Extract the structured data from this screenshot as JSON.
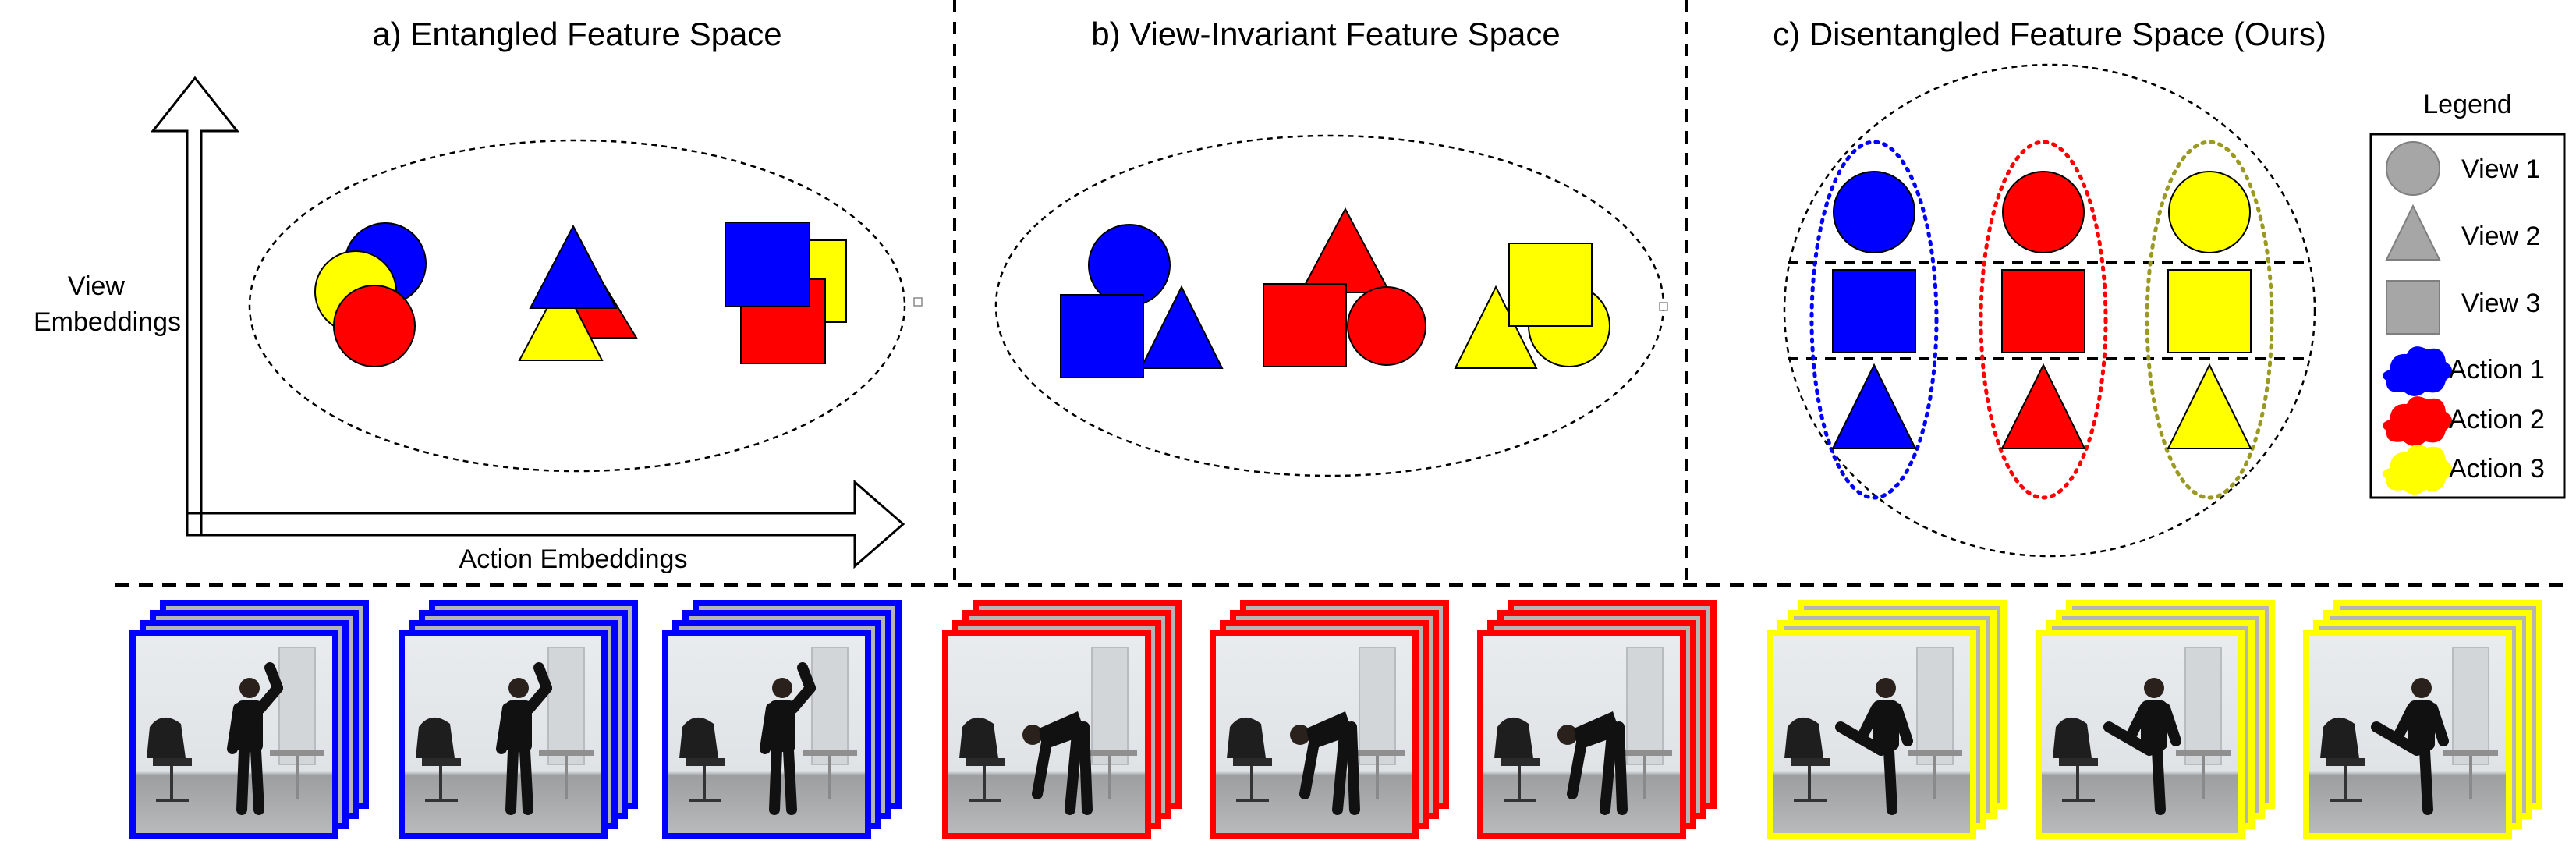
{
  "panels": {
    "a": {
      "title": "a) Entangled Feature Space"
    },
    "b": {
      "title": "b) View-Invariant Feature Space"
    },
    "c": {
      "title": "c) Disentangled Feature Space (Ours)"
    }
  },
  "axes": {
    "y_label_line1": "View",
    "y_label_line2": "Embeddings",
    "x_label": "Action Embeddings"
  },
  "legend": {
    "title": "Legend",
    "views": [
      "View 1",
      "View 2",
      "View 3"
    ],
    "actions": [
      "Action 1",
      "Action 2",
      "Action 3"
    ]
  },
  "colors": {
    "action_1": "#0000ff",
    "action_2": "#ff0000",
    "action_3": "#ffff00",
    "legend_gray": "#a6a6a6",
    "olive_outline": "#9a9a22"
  },
  "frame_stacks": [
    {
      "action": "Action 1",
      "color": "#0000ff",
      "pose": "wave"
    },
    {
      "action": "Action 1",
      "color": "#0000ff",
      "pose": "wave"
    },
    {
      "action": "Action 1",
      "color": "#0000ff",
      "pose": "wave"
    },
    {
      "action": "Action 2",
      "color": "#ff0000",
      "pose": "bend"
    },
    {
      "action": "Action 2",
      "color": "#ff0000",
      "pose": "bend"
    },
    {
      "action": "Action 2",
      "color": "#ff0000",
      "pose": "bend"
    },
    {
      "action": "Action 3",
      "color": "#ffff00",
      "pose": "kick"
    },
    {
      "action": "Action 3",
      "color": "#ffff00",
      "pose": "kick"
    },
    {
      "action": "Action 3",
      "color": "#ffff00",
      "pose": "kick"
    }
  ]
}
